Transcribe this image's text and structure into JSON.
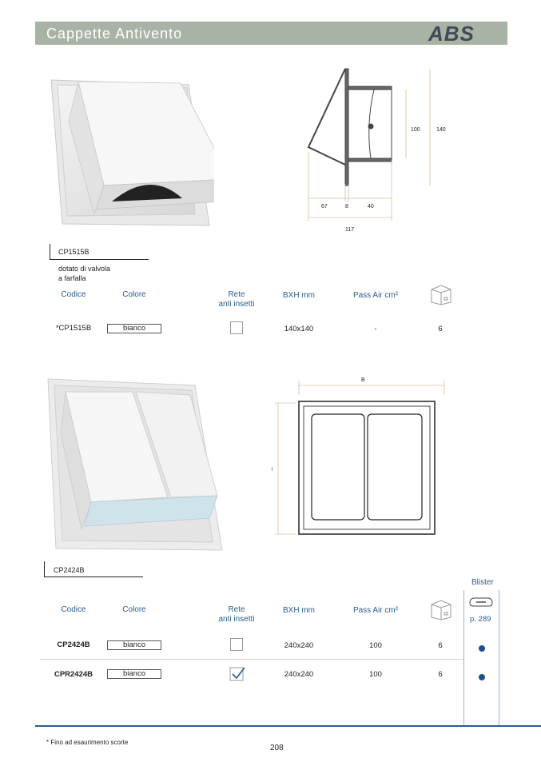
{
  "header": {
    "title": "Cappette Antivento",
    "material": "ABS"
  },
  "product1": {
    "code_tag": "CP1515B",
    "note_line1": "dotato di valvola",
    "note_line2": "a farfalla",
    "dims": {
      "d1": "100",
      "d2": "140",
      "d3": "67",
      "d4": "8",
      "d5": "40",
      "d6": "117"
    },
    "table": {
      "headers": {
        "codice": "Codice",
        "colore": "Colore",
        "rete1": "Rete",
        "rete2": "anti insetti",
        "bxh": "BXH mm",
        "pass": "Pass Air cm²"
      },
      "rows": [
        {
          "codice": "*CP1515B",
          "colore": "bianco",
          "rete": false,
          "bxh": "140x140",
          "pass": "-",
          "qty": "6"
        }
      ]
    }
  },
  "product2": {
    "code_tag": "CP2424B",
    "dims": {
      "b": "B",
      "h": "H"
    },
    "blister": {
      "title": "Blister",
      "page": "p. 289"
    },
    "table": {
      "headers": {
        "codice": "Codice",
        "colore": "Colore",
        "rete1": "Rete",
        "rete2": "anti insetti",
        "bxh": "BXH mm",
        "pass": "Pass Air cm²"
      },
      "rows": [
        {
          "codice": "CP2424B",
          "colore": "bianco",
          "rete": false,
          "bxh": "240x240",
          "pass": "100",
          "qty": "6",
          "blister": true
        },
        {
          "codice": "CPR2424B",
          "colore": "bianco",
          "rete": true,
          "bxh": "240x240",
          "pass": "100",
          "qty": "6",
          "blister": true
        }
      ]
    }
  },
  "footer": {
    "footnote": "* Fino ad esaurimento scorte",
    "page": "208"
  }
}
